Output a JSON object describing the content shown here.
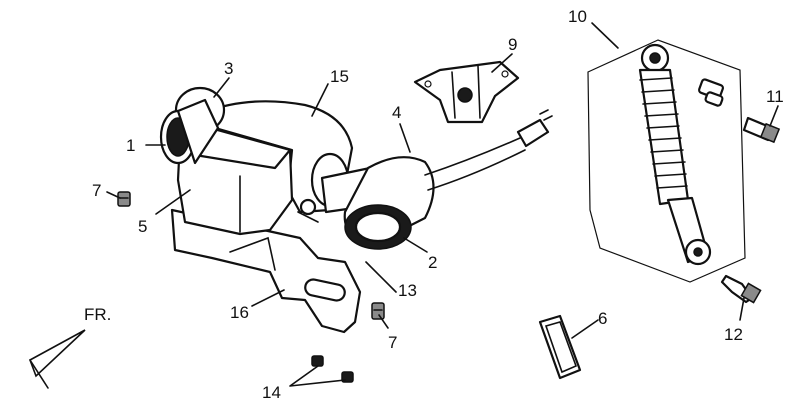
{
  "callouts": {
    "c1": "1",
    "c2": "2",
    "c3": "3",
    "c4": "4",
    "c5": "5",
    "c6": "6",
    "c7a": "7",
    "c7b": "7",
    "c9": "9",
    "c10": "10",
    "c11": "11",
    "c12": "12",
    "c13": "13",
    "c14": "14",
    "c15": "15",
    "c16": "16"
  },
  "orientation": {
    "front_label": "FR."
  }
}
